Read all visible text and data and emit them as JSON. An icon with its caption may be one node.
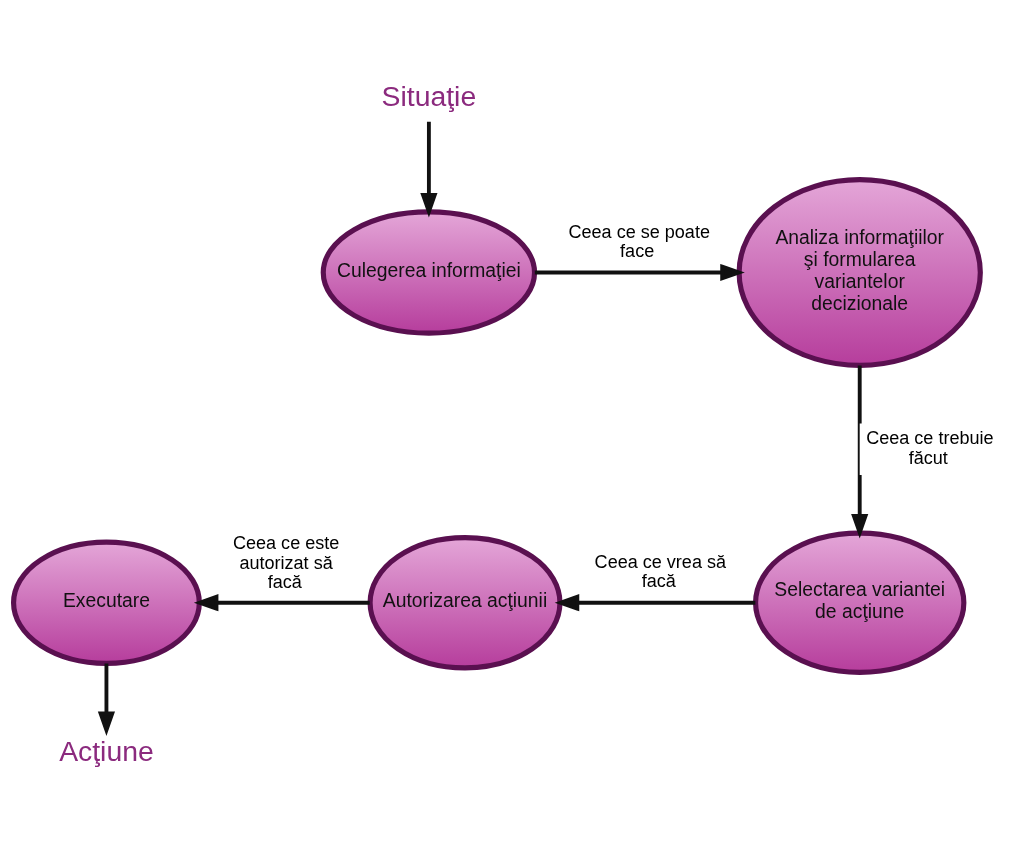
{
  "diagram": {
    "nodes": [
      {
        "text": [
          "Situaţie"
        ]
      },
      {
        "text": [
          "Culegerea informaţiei"
        ]
      },
      {
        "text": [
          "Analiza informaţiilor şi formularea variantelor decizionale"
        ]
      },
      {
        "text": [
          "Selectarea variantei de acţiune"
        ]
      },
      {
        "text": [
          "Autorizarea acţiunii"
        ]
      },
      {
        "text": [
          "Executare"
        ]
      },
      {
        "text": [
          "Acţiune"
        ]
      }
    ],
    "edges": [
      {
        "from": 0,
        "to": 1,
        "arrow": "to"
      },
      {
        "from": 1,
        "to": 2,
        "arrow": "to",
        "label": "Ceea ce se poate face"
      },
      {
        "from": 2,
        "to": 3,
        "arrow": "to",
        "label": "Ceea ce trebuie făcut"
      },
      {
        "from": 3,
        "to": 4,
        "arrow": "to",
        "label": "Ceea ce vrea să facă"
      },
      {
        "from": 4,
        "to": 5,
        "arrow": "to",
        "label": "Ceea ce este autorizat să facă"
      },
      {
        "from": 5,
        "to": 6,
        "arrow": "to"
      }
    ]
  }
}
